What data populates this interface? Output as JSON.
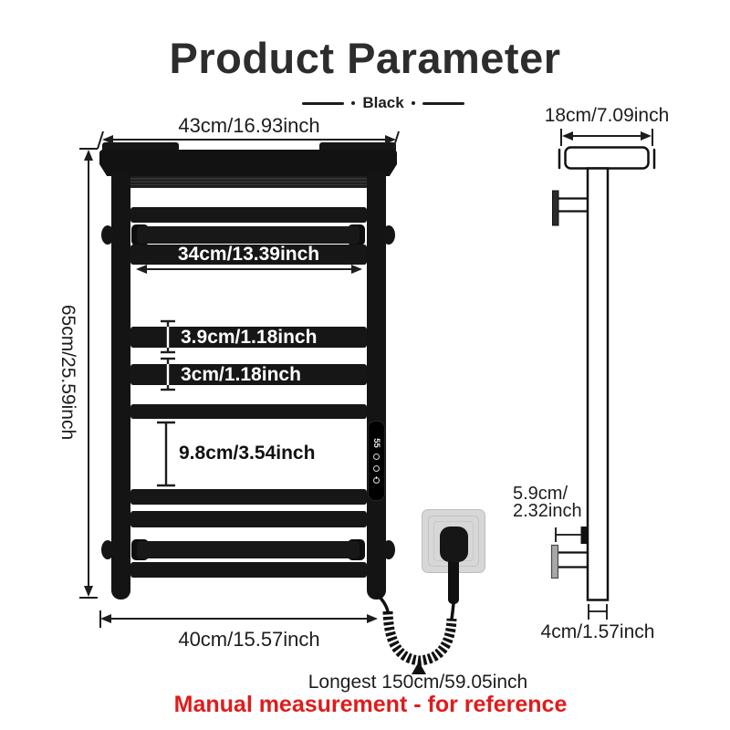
{
  "title": "Product Parameter",
  "variant": {
    "label": "Black"
  },
  "front_view": {
    "top_width": "43cm/16.93inch",
    "height": "65cm/25.59inch",
    "rail_inner_width": "34cm/13.39inch",
    "rung_spacing_1": "3.9cm/1.18inch",
    "rung_spacing_2": "3cm/1.18inch",
    "rung_spacing_3": "9.8cm/3.54inch",
    "bottom_width": "40cm/15.57inch",
    "control_panel": {
      "temperature": "55",
      "icons": [
        "timer-icon",
        "heat-icon",
        "power-icon"
      ]
    }
  },
  "side_view": {
    "top_depth": "18cm/7.09inch",
    "bracket_depth_line1": "5.9cm/",
    "bracket_depth_line2": "2.32inch",
    "rail_depth": "4cm/1.57inch"
  },
  "cable": {
    "note": "Longest 150cm/59.05inch"
  },
  "footnote": {
    "text": "Manual measurement - for reference"
  },
  "colors": {
    "accent_red": "#e01b1b",
    "ink": "#1d1d1d",
    "rack_black": "#141414",
    "outlet_gray": "#d7d7d7"
  }
}
